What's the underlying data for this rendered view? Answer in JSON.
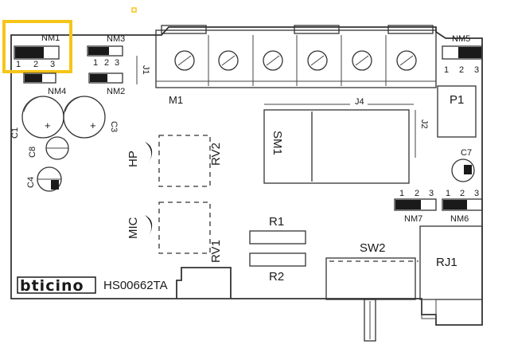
{
  "brand": "bticino",
  "model": "HS00662TA",
  "highlight_color": "#f5c518",
  "jumpers": {
    "nm1": {
      "label": "NM1",
      "pins": [
        "1",
        "2",
        "3"
      ]
    },
    "nm3": {
      "label": "NM3",
      "pins": [
        "1",
        "2",
        "3"
      ]
    },
    "nm4": {
      "label": "NM4"
    },
    "nm2": {
      "label": "NM2"
    },
    "nm5": {
      "label": "NM5",
      "pins": [
        "1",
        "2",
        "3"
      ]
    },
    "nm7": {
      "label": "NM7",
      "pins": [
        "1",
        "2",
        "3"
      ]
    },
    "nm6": {
      "label": "NM6",
      "pins": [
        "1",
        "2",
        "3"
      ]
    }
  },
  "components": {
    "j1": "J1",
    "j2": "J2",
    "j4": "J4",
    "m1": "M1",
    "p1": "P1",
    "c1": "C1",
    "c3": "C3",
    "c4": "C4",
    "c7": "C7",
    "c8": "C8",
    "plus": "+",
    "sm1": "SM1",
    "hp": "HP",
    "mic": "MIC",
    "rv1": "RV1",
    "rv2": "RV2",
    "r1": "R1",
    "r2": "R2",
    "sw2": "SW2",
    "rj1": "RJ1"
  }
}
